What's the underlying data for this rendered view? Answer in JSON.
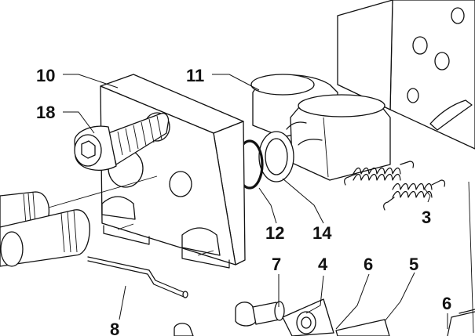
{
  "callouts": {
    "c10": "10",
    "c11": "11",
    "c18": "18",
    "c12": "12",
    "c14": "14",
    "c3": "3",
    "c7": "7",
    "c4": "4",
    "c6a": "6",
    "c5": "5",
    "c6b": "6",
    "c8": "8"
  },
  "colors": {
    "line": "#111111",
    "background": "#ffffff"
  }
}
